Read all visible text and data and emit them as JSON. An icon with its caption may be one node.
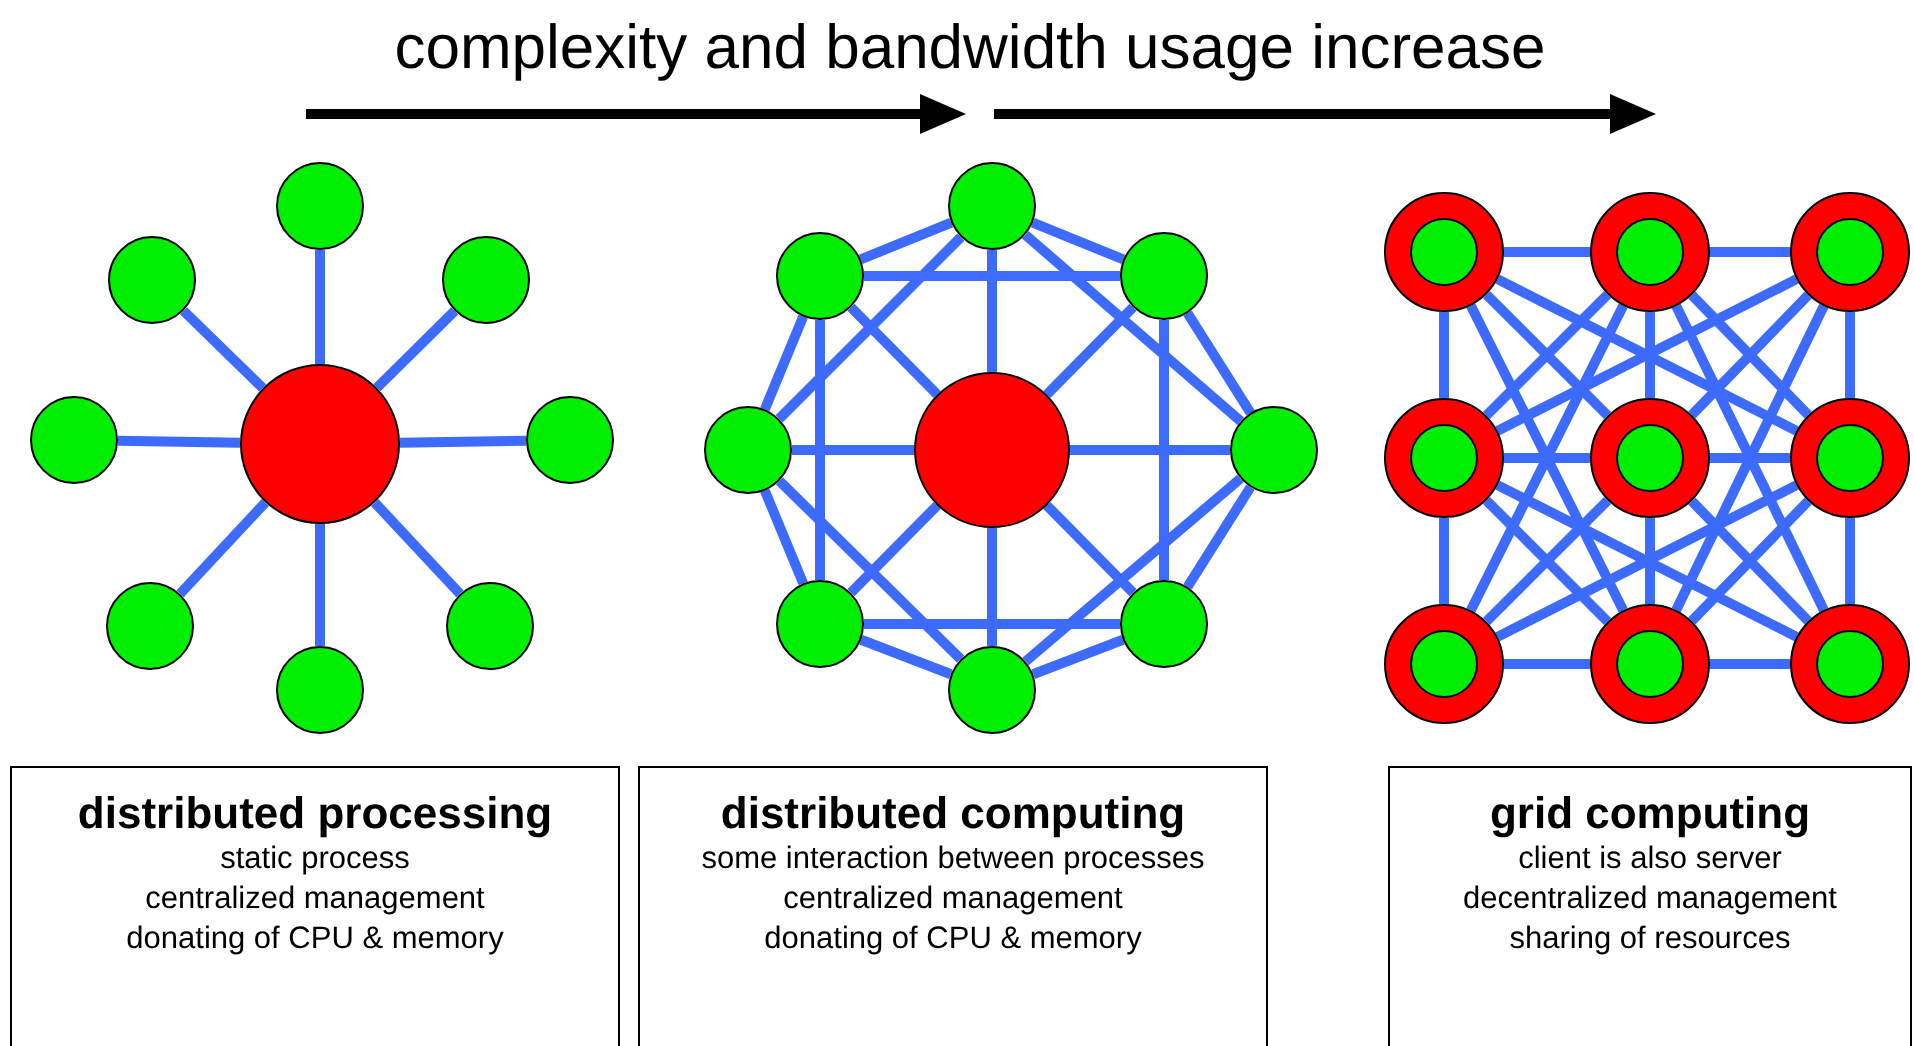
{
  "diagram": {
    "title": "complexity and bandwidth usage increase",
    "nodes": [
      {
        "text": [],
        "shape": "circle"
      },
      {
        "text": [],
        "shape": "circle"
      },
      {
        "text": [],
        "shape": "circle"
      },
      {
        "text": [],
        "shape": "circle"
      },
      {
        "text": [],
        "shape": "circle"
      },
      {
        "text": [],
        "shape": "circle"
      },
      {
        "text": [],
        "shape": "circle"
      },
      {
        "text": [],
        "shape": "circle"
      },
      {
        "text": [],
        "shape": "circle"
      },
      {
        "text": [],
        "shape": "circle"
      },
      {
        "text": [],
        "shape": "circle"
      },
      {
        "text": [],
        "shape": "circle"
      },
      {
        "text": [],
        "shape": "circle"
      },
      {
        "text": [],
        "shape": "circle"
      },
      {
        "text": [],
        "shape": "circle"
      },
      {
        "text": [],
        "shape": "circle"
      },
      {
        "text": [],
        "shape": "circle"
      },
      {
        "text": [],
        "shape": "circle"
      },
      {
        "text": [],
        "shape": "circle"
      },
      {
        "text": [],
        "shape": "circle"
      },
      {
        "text": [],
        "shape": "circle"
      },
      {
        "text": [],
        "shape": "circle"
      },
      {
        "text": [],
        "shape": "circle"
      },
      {
        "text": [],
        "shape": "circle"
      },
      {
        "text": [],
        "shape": "circle"
      },
      {
        "text": [],
        "shape": "circle"
      },
      {
        "text": [],
        "shape": "circle"
      },
      {
        "text": [
          "distributed processing",
          "static process",
          "centralized management",
          "donating of CPU & memory"
        ]
      },
      {
        "text": [
          "distributed computing",
          "some interaction between processes",
          "centralized management",
          "donating of CPU & memory"
        ]
      },
      {
        "text": [
          "grid computing",
          "client is also server",
          "decentralized management",
          "sharing of resources"
        ]
      }
    ],
    "edges": [
      {
        "from": 4,
        "to": 0,
        "arrow": "none"
      },
      {
        "from": 4,
        "to": 1,
        "arrow": "none"
      },
      {
        "from": 4,
        "to": 2,
        "arrow": "none"
      },
      {
        "from": 4,
        "to": 3,
        "arrow": "none"
      },
      {
        "from": 4,
        "to": 5,
        "arrow": "none"
      },
      {
        "from": 4,
        "to": 6,
        "arrow": "none"
      },
      {
        "from": 4,
        "to": 7,
        "arrow": "none"
      },
      {
        "from": 4,
        "to": 8,
        "arrow": "none"
      },
      {
        "from": 13,
        "to": 9,
        "arrow": "none"
      },
      {
        "from": 13,
        "to": 10,
        "arrow": "none"
      },
      {
        "from": 13,
        "to": 11,
        "arrow": "none"
      },
      {
        "from": 13,
        "to": 12,
        "arrow": "none"
      },
      {
        "from": 13,
        "to": 14,
        "arrow": "none"
      },
      {
        "from": 13,
        "to": 15,
        "arrow": "none"
      },
      {
        "from": 13,
        "to": 16,
        "arrow": "none"
      },
      {
        "from": 13,
        "to": 17,
        "arrow": "none"
      },
      {
        "from": 9,
        "to": 11,
        "arrow": "none"
      },
      {
        "from": 11,
        "to": 14,
        "arrow": "none"
      },
      {
        "from": 14,
        "to": 16,
        "arrow": "none"
      },
      {
        "from": 16,
        "to": 17,
        "arrow": "none"
      },
      {
        "from": 17,
        "to": 15,
        "arrow": "none"
      },
      {
        "from": 15,
        "to": 12,
        "arrow": "none"
      },
      {
        "from": 12,
        "to": 10,
        "arrow": "none"
      },
      {
        "from": 10,
        "to": 9,
        "arrow": "none"
      },
      {
        "from": 10,
        "to": 11,
        "arrow": "none"
      },
      {
        "from": 11,
        "to": 16,
        "arrow": "none"
      },
      {
        "from": 16,
        "to": 15,
        "arrow": "none"
      },
      {
        "from": 15,
        "to": 10,
        "arrow": "none"
      },
      {
        "from": 9,
        "to": 14,
        "arrow": "none"
      },
      {
        "from": 14,
        "to": 17,
        "arrow": "none"
      },
      {
        "from": 17,
        "to": 12,
        "arrow": "none"
      },
      {
        "from": 12,
        "to": 9,
        "arrow": "none"
      },
      {
        "from": 18,
        "to": 19,
        "arrow": "none"
      },
      {
        "from": 19,
        "to": 20,
        "arrow": "none"
      },
      {
        "from": 21,
        "to": 22,
        "arrow": "none"
      },
      {
        "from": 22,
        "to": 23,
        "arrow": "none"
      },
      {
        "from": 24,
        "to": 25,
        "arrow": "none"
      },
      {
        "from": 25,
        "to": 26,
        "arrow": "none"
      },
      {
        "from": 18,
        "to": 21,
        "arrow": "none"
      },
      {
        "from": 21,
        "to": 24,
        "arrow": "none"
      },
      {
        "from": 19,
        "to": 22,
        "arrow": "none"
      },
      {
        "from": 22,
        "to": 25,
        "arrow": "none"
      },
      {
        "from": 20,
        "to": 23,
        "arrow": "none"
      },
      {
        "from": 23,
        "to": 26,
        "arrow": "none"
      },
      {
        "from": 18,
        "to": 22,
        "arrow": "none"
      },
      {
        "from": 19,
        "to": 21,
        "arrow": "none"
      },
      {
        "from": 19,
        "to": 23,
        "arrow": "none"
      },
      {
        "from": 20,
        "to": 22,
        "arrow": "none"
      },
      {
        "from": 21,
        "to": 25,
        "arrow": "none"
      },
      {
        "from": 22,
        "to": 24,
        "arrow": "none"
      },
      {
        "from": 22,
        "to": 26,
        "arrow": "none"
      },
      {
        "from": 23,
        "to": 25,
        "arrow": "none"
      },
      {
        "from": 18,
        "to": 23,
        "arrow": "none"
      },
      {
        "from": 18,
        "to": 25,
        "arrow": "none"
      },
      {
        "from": 19,
        "to": 24,
        "arrow": "none"
      },
      {
        "from": 19,
        "to": 26,
        "arrow": "none"
      },
      {
        "from": 20,
        "to": 21,
        "arrow": "none"
      },
      {
        "from": 20,
        "to": 25,
        "arrow": "none"
      },
      {
        "from": 21,
        "to": 26,
        "arrow": "none"
      },
      {
        "from": 23,
        "to": 24,
        "arrow": "none"
      }
    ]
  }
}
